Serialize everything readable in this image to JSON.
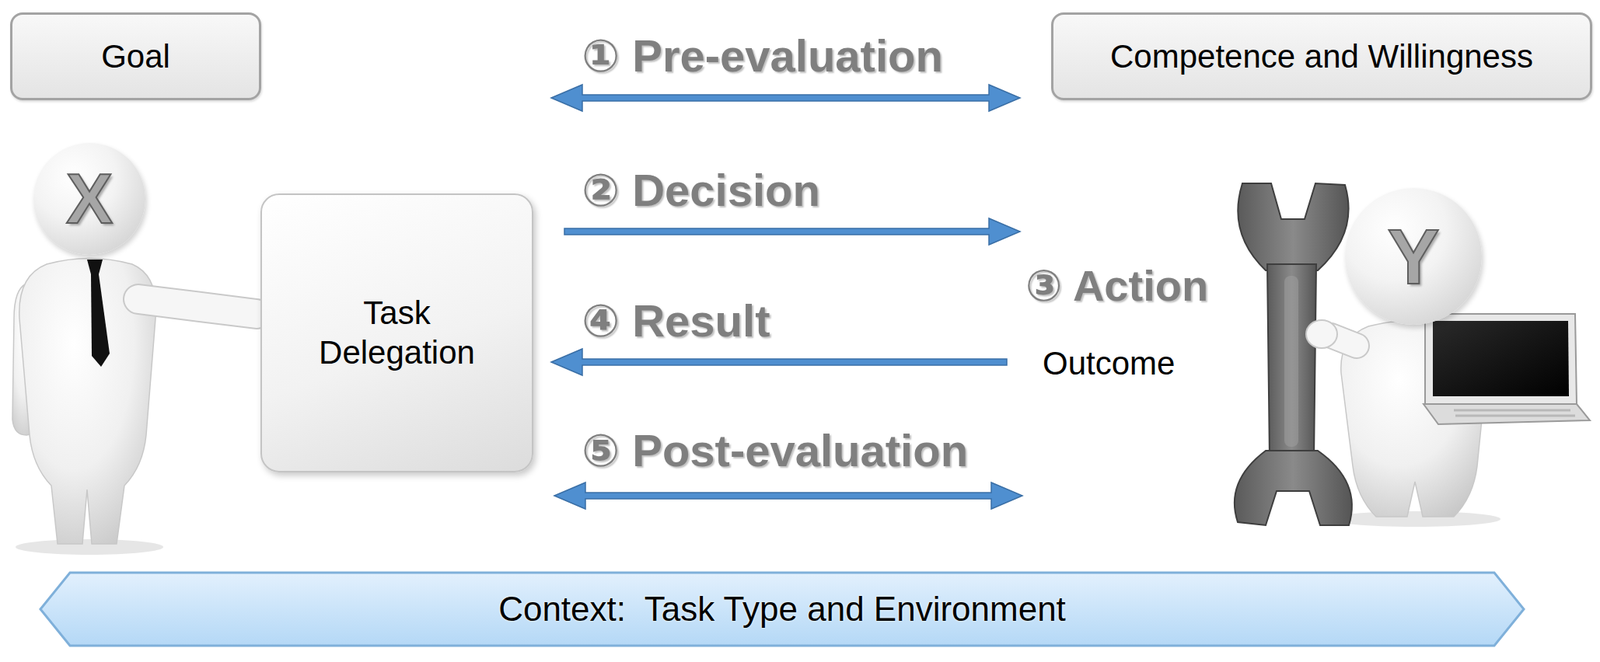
{
  "diagram": {
    "nodes": [
      {
        "text": [
          "Goal"
        ]
      },
      {
        "text": [
          "Competence and Willingness"
        ]
      },
      {
        "text": [
          "X"
        ]
      },
      {
        "text": [
          "Task Delegation"
        ]
      },
      {
        "text": [
          "Y"
        ]
      },
      {
        "text": [
          "Context:  Task Type and Environment"
        ]
      }
    ],
    "labels": [
      "① Pre-evaluation",
      "② Decision",
      "③ Action",
      "④ Result",
      "Outcome",
      "⑤ Post-evaluation"
    ]
  }
}
